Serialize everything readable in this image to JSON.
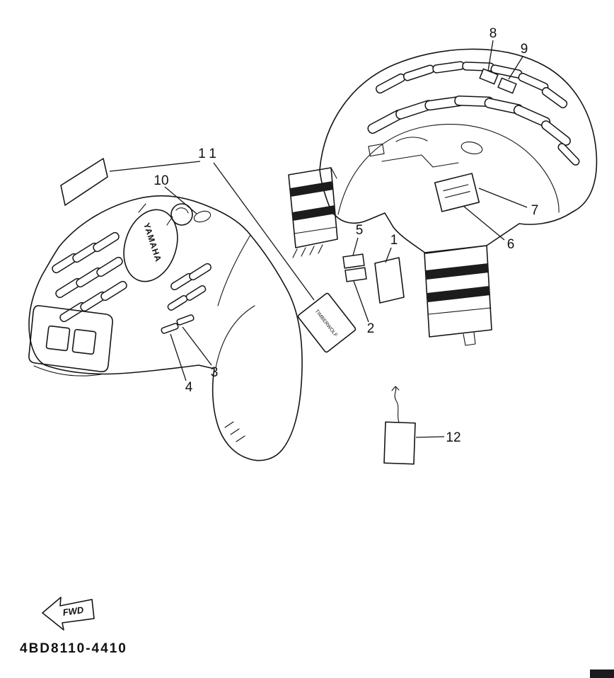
{
  "diagram": {
    "part_code": "4BD8110-4410",
    "fwd_label": "FWD",
    "yamaha_logo": "YAMAHA",
    "tag_text": "TIMBERWOLF",
    "callouts": [
      {
        "label": "1"
      },
      {
        "label": "2"
      },
      {
        "label": "3"
      },
      {
        "label": "4"
      },
      {
        "label": "5"
      },
      {
        "label": "6"
      },
      {
        "label": "7"
      },
      {
        "label": "8"
      },
      {
        "label": "9"
      },
      {
        "label": "10"
      },
      {
        "label": "11"
      },
      {
        "label": "12"
      }
    ],
    "colors": {
      "ink": "#151515",
      "paper": "#ffffff"
    }
  }
}
